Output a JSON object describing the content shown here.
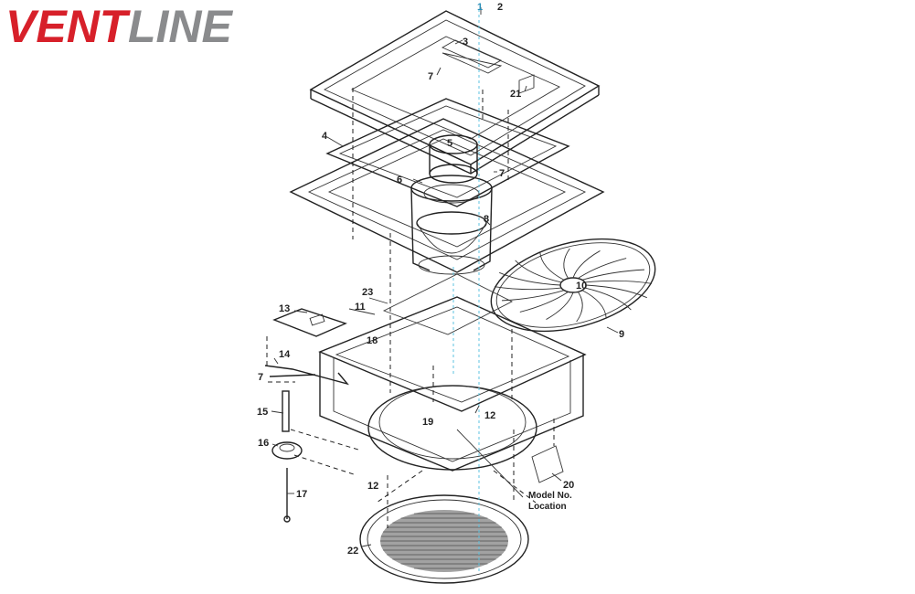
{
  "brand": {
    "logo_text_part1": "VENT",
    "logo_text_part2": "LINE",
    "colors": {
      "red": "#d7202a",
      "gray": "#8a8b8d"
    }
  },
  "callouts": {
    "p1": "1",
    "p2": "2",
    "p3": "3",
    "p4": "4",
    "p5": "5",
    "p6": "6",
    "p7": "7",
    "p8": "8",
    "p9": "9",
    "p10": "10",
    "p11": "11",
    "p12": "12",
    "p13": "13",
    "p14": "14",
    "p15": "15",
    "p16": "16",
    "p17": "17",
    "p18": "18",
    "p19": "19",
    "p20": "20",
    "p21": "21",
    "p22": "22",
    "p23": "23"
  },
  "note": {
    "line1": "Model No.",
    "line2": "Location"
  }
}
